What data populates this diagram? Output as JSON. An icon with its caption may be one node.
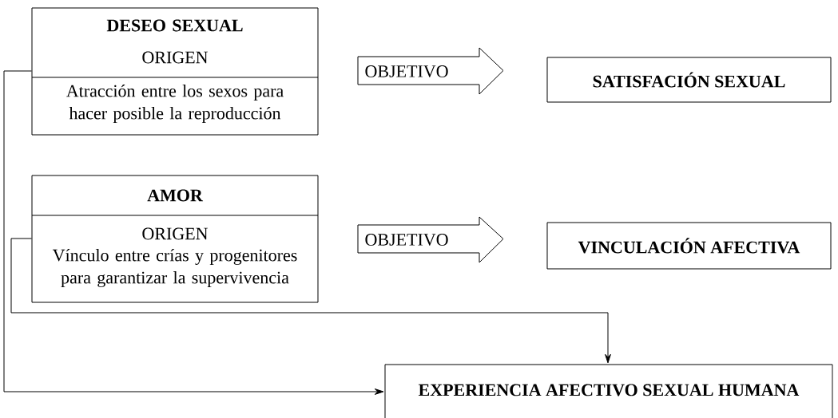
{
  "diagram": {
    "nodes": [
      {
        "text": [
          "DESEO SEXUAL",
          "ORIGEN",
          "Atracción entre los sexos para hacer posible la reproducción"
        ]
      },
      {
        "text": [
          "OBJETIVO"
        ]
      },
      {
        "text": [
          "SATISFACIÓN SEXUAL"
        ]
      },
      {
        "text": [
          "AMOR",
          "ORIGEN",
          "Vínculo entre crías y progenitores para garantizar la supervivencia"
        ]
      },
      {
        "text": [
          "OBJETIVO"
        ]
      },
      {
        "text": [
          "VINCULACIÓN AFECTIVA"
        ]
      },
      {
        "text": [
          "EXPERIENCIA AFECTIVO SEXUAL HUMANA"
        ]
      }
    ],
    "edges": [
      {
        "from": 0,
        "to": 6,
        "arrow": "to"
      },
      {
        "from": 3,
        "to": 6,
        "arrow": "to"
      }
    ]
  }
}
